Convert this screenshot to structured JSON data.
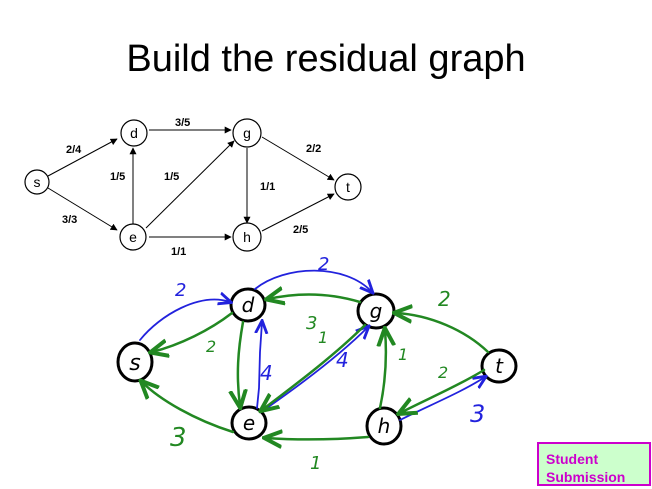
{
  "title": "Build the residual graph",
  "badge": {
    "line1": "Student",
    "line2": "Submission"
  },
  "flow_graph": {
    "nodes": [
      "s",
      "d",
      "e",
      "g",
      "h",
      "t"
    ],
    "edges": [
      {
        "from": "s",
        "to": "d",
        "label": "2/4"
      },
      {
        "from": "s",
        "to": "e",
        "label": "3/3"
      },
      {
        "from": "d",
        "to": "g",
        "label": "3/5"
      },
      {
        "from": "e",
        "to": "d",
        "label": "1/5"
      },
      {
        "from": "e",
        "to": "g",
        "label": "1/5"
      },
      {
        "from": "e",
        "to": "h",
        "label": "1/1"
      },
      {
        "from": "g",
        "to": "h",
        "label": "1/1"
      },
      {
        "from": "g",
        "to": "t",
        "label": "2/2"
      },
      {
        "from": "h",
        "to": "t",
        "label": "2/5"
      }
    ]
  },
  "residual_graph": {
    "nodes": [
      "s",
      "d",
      "g",
      "e",
      "h",
      "t"
    ],
    "forward_color": "#2222dd",
    "backward_color": "#228822",
    "labels": {
      "s_d": "2",
      "d_s": "2",
      "d_g": "2",
      "g_d": "3",
      "t_g": "2",
      "t_h": "2",
      "h_t": "3",
      "e_s": "3",
      "h_e": "1",
      "g_e_back": "1",
      "e_g_fwd": "4",
      "e_d": "4",
      "h_g": "1"
    }
  }
}
